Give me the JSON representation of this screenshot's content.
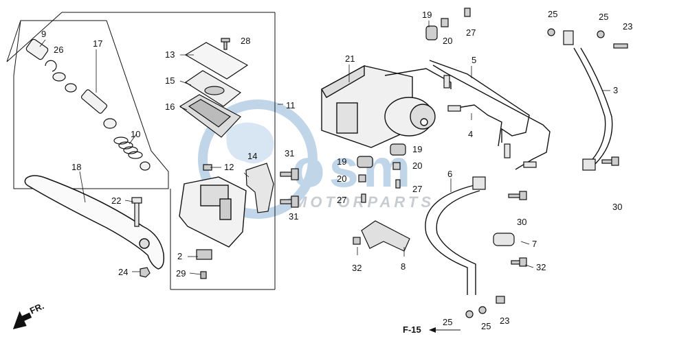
{
  "watermark": {
    "brand": "osm",
    "tagline": "MOTORPARTS",
    "color_primary": "#8fb4d8",
    "color_text": "#9aa3ad"
  },
  "callouts": {
    "n9": "9",
    "n26": "26",
    "n17": "17",
    "n10": "10",
    "n18": "18",
    "n22": "22",
    "n24": "24",
    "n28": "28",
    "n13": "13",
    "n15": "15",
    "n16": "16",
    "n11": "11",
    "n12": "12",
    "n14": "14",
    "n31a": "31",
    "n31b": "31",
    "n2": "2",
    "n29": "29",
    "n21": "21",
    "n19a": "19",
    "n20a": "20",
    "n27a": "27",
    "n19b": "19",
    "n19c": "19",
    "n20b": "20",
    "n20c": "20",
    "n27b": "27",
    "n27c": "27",
    "n32a": "32",
    "n8": "8",
    "n5": "5",
    "n4": "4",
    "n6": "6",
    "n25a": "25",
    "n25b": "25",
    "n23a": "23",
    "n3": "3",
    "n30a": "30",
    "n30b": "30",
    "n7": "7",
    "n32b": "32",
    "n23b": "23",
    "n25c": "25",
    "n25d": "25"
  },
  "direction_marks": {
    "front": "FR.",
    "ref": "F-15"
  }
}
